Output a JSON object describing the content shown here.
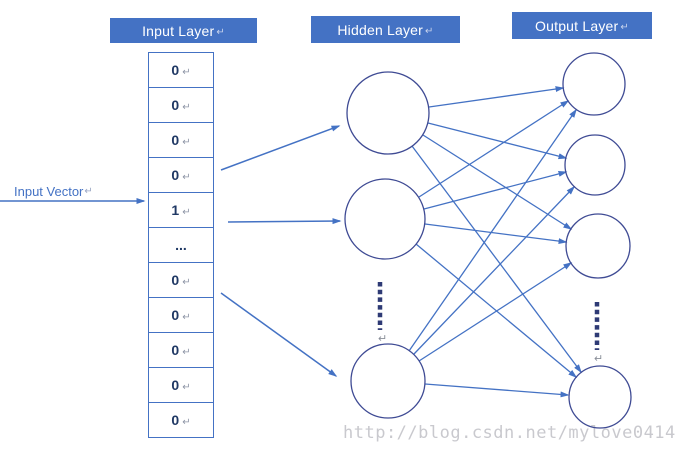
{
  "headers": {
    "input": {
      "label": "Input Layer"
    },
    "hidden": {
      "label": "Hidden Layer"
    },
    "output": {
      "label": "Output Layer"
    }
  },
  "return_mark": "↵",
  "input_vector": {
    "label": "Input Vector",
    "values": [
      "0",
      "0",
      "0",
      "0",
      "1",
      "...",
      "0",
      "0",
      "0",
      "0",
      "0"
    ]
  },
  "structure": {
    "hidden_nodes_visible": 3,
    "output_nodes_visible": 4,
    "hidden_ellipsis": "vertical-dots",
    "output_ellipsis": "vertical-dots"
  },
  "watermark": "http://blog.csdn.net/mylove0414",
  "colors": {
    "header_bg": "#4472C4",
    "arrow": "#4472C4",
    "node_stroke": "#3F4B94",
    "cell_text": "#1F3864",
    "dots": "#2E3A75",
    "watermark": "#C9C9CE"
  }
}
